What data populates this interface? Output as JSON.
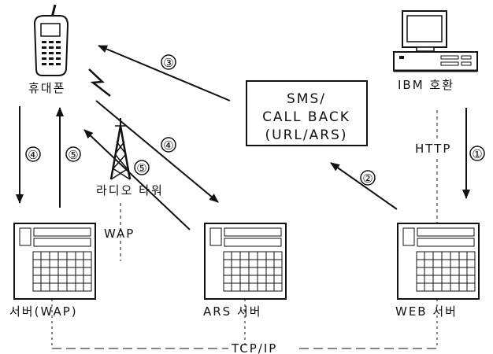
{
  "nodes": {
    "phone": {
      "label": "휴대폰"
    },
    "pc": {
      "label": "IBM 호환"
    },
    "sms_box": {
      "line1": "SMS/",
      "line2": "CALL BACK",
      "line3": "(URL/ARS)"
    },
    "tower": {
      "label": "라디오 타워"
    },
    "wap_server": {
      "label": "서버(WAP)"
    },
    "ars_server": {
      "label": "ARS 서버"
    },
    "web_server": {
      "label": "WEB 서버"
    }
  },
  "edges": {
    "http": {
      "label": "HTTP",
      "step": "①"
    },
    "web_to_sms": {
      "step": "②"
    },
    "sms_to_phone": {
      "step": "③"
    },
    "phone_to_wap": {
      "step": "④"
    },
    "phone_to_ars": {
      "step": "④"
    },
    "wap_to_phone": {
      "step": "⑤"
    },
    "ars_to_phone": {
      "step": "⑤"
    },
    "wap_link": {
      "label": "WAP"
    },
    "tcpip": {
      "label": "TCP/IP"
    }
  }
}
